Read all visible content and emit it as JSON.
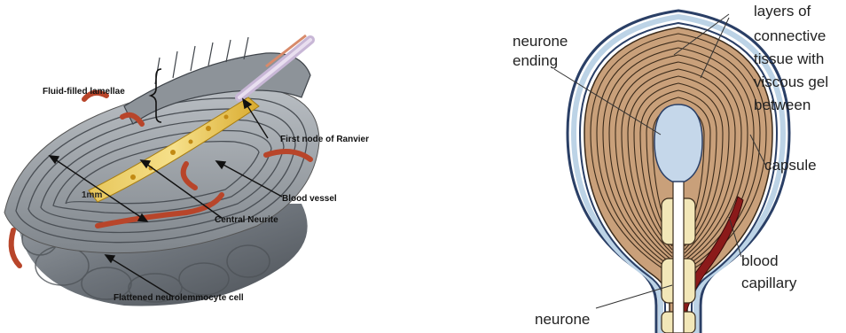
{
  "left_figure": {
    "labels": {
      "fluid_filled_lamellae": "Fluid-filled lamellae",
      "first_node": "First node of Ranvier",
      "blood_vessel": "Blood vessel",
      "central_neurite": "Central Neurite",
      "flattened_cell": "Flattened neurolemmocyte cell",
      "scale": "1mm"
    }
  },
  "right_figure": {
    "labels": {
      "neurone_ending_1": "neurone",
      "neurone_ending_2": "ending",
      "layers_1": "layers of",
      "layers_2": "connective",
      "layers_3": "tissue with",
      "layers_4": "viscous gel",
      "layers_5": "between",
      "capsule": "capsule",
      "blood_1": "blood",
      "blood_2": "capillary",
      "neurone": "neurone"
    }
  },
  "colors": {
    "lamellae_fill": "#c9a07a",
    "capsule_outline": "#2a3f66",
    "capsule_band": "#bcd3e6",
    "ending_fill": "#c5d7ea",
    "neurone_fill": "#f2e7b8",
    "capillary": "#8b1a1a"
  }
}
